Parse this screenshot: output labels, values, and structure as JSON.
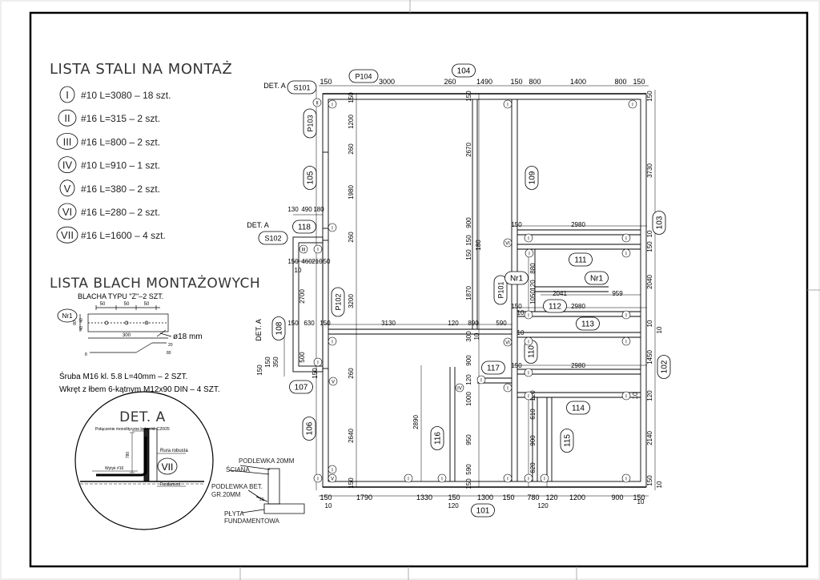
{
  "steel_list": {
    "title": "LISTA STALI NA MONTAŻ",
    "items": [
      {
        "mark": "I",
        "text": "#10  L=3080  –  18 szt."
      },
      {
        "mark": "II",
        "text": "#16  L=315  –  2 szt."
      },
      {
        "mark": "III",
        "text": "#16  L=800  –  2 szt."
      },
      {
        "mark": "IV",
        "text": "#10  L=910  –  1 szt."
      },
      {
        "mark": "V",
        "text": "#16  L=380  –  2 szt."
      },
      {
        "mark": "VI",
        "text": "#16  L=280  –  2 szt."
      },
      {
        "mark": "VII",
        "text": "#16  L=1600  –  4 szt."
      }
    ]
  },
  "plates": {
    "title": "LISTA BLACH MONTAŻOWYCH",
    "subtitle": "BLACHA  TYPU  \"Z\"–2  SZT.",
    "tag": "Nr1",
    "dims": [
      "50",
      "50",
      "50",
      "300",
      "40",
      "40",
      "80",
      "80",
      "8",
      "20"
    ],
    "hole": "ø18 mm",
    "bolt1": "Śruba M16 kl. 5.8 L=40mm  –  2 SZT.",
    "bolt2": "Wkręt z łbem 6-kątnym M12x90 DIN  –  4 SZT."
  },
  "detail": {
    "title": "DET. A",
    "note1": "Połączenie monolityczne beton kl. C20/25",
    "note2": "Rura robusta",
    "note3": "Wytyk #16",
    "note4": "Fundament",
    "dim": "780",
    "mark": "VII"
  },
  "section": {
    "l1": "PODLEWKA 20MM",
    "l2": "ŚCIANA",
    "l3": "PODLEWKA BET.",
    "l3b": "GR.20MM",
    "l4": "PŁYTA",
    "l4b": "FUNDAMENTOWA",
    "dim": "20"
  },
  "plan": {
    "wall_tags": [
      "P104",
      "104",
      "S101",
      "P103",
      "105",
      "118",
      "S102",
      "108",
      "P102",
      "107",
      "106",
      "116",
      "117",
      "P101",
      "109",
      "103",
      "111",
      "112",
      "113",
      "110",
      "102",
      "114",
      "115",
      "101",
      "Nr1",
      "Nr1"
    ],
    "det_labels": [
      "DET. A",
      "DET. A",
      "DET. A"
    ],
    "top_dims": [
      "150",
      "3000",
      "260",
      "1490",
      "150",
      "800",
      "1400",
      "800",
      "150"
    ],
    "bottom_dims": [
      "150",
      "1790",
      "1330",
      "150",
      "1300",
      "150",
      "780",
      "120",
      "1200",
      "900",
      "150"
    ],
    "bottom_small": [
      "10",
      "120",
      "120",
      "10"
    ],
    "left_dims": [
      "150",
      "1200",
      "260",
      "1980",
      "260",
      "3200",
      "260",
      "2640",
      "150"
    ],
    "middle_dims": [
      "150",
      "2670",
      "900",
      "150",
      "180",
      "150",
      "1870",
      "10",
      "300",
      "900",
      "120",
      "1000",
      "950",
      "590",
      "150",
      "2890"
    ],
    "right_dims": [
      "150",
      "3730",
      "10",
      "150",
      "2040",
      "10",
      "10",
      "1450",
      "10",
      "120",
      "2140",
      "150",
      "10"
    ],
    "inner_dims": [
      "2980",
      "2980",
      "2980",
      "2041",
      "959",
      "150",
      "1050",
      "120",
      "880",
      "150",
      "10",
      "10",
      "610",
      "120",
      "900",
      "620",
      "150"
    ],
    "left_small": [
      "130",
      "490",
      "180",
      "150",
      "460",
      "210",
      "50",
      "10",
      "2700",
      "150",
      "630",
      "150",
      "3130",
      "120",
      "890",
      "590",
      "150",
      "150",
      "350",
      "500",
      "150"
    ],
    "bar_marks": [
      "II",
      "I",
      "I",
      "I",
      "I",
      "III",
      "I",
      "V",
      "I",
      "I",
      "VI",
      "I",
      "I",
      "I",
      "I",
      "I",
      "I",
      "VI",
      "I",
      "IV",
      "I",
      "I",
      "I",
      "I",
      "I",
      "I",
      "I",
      "I",
      "I",
      "V",
      "I",
      "I",
      "I",
      "I",
      "I"
    ]
  }
}
